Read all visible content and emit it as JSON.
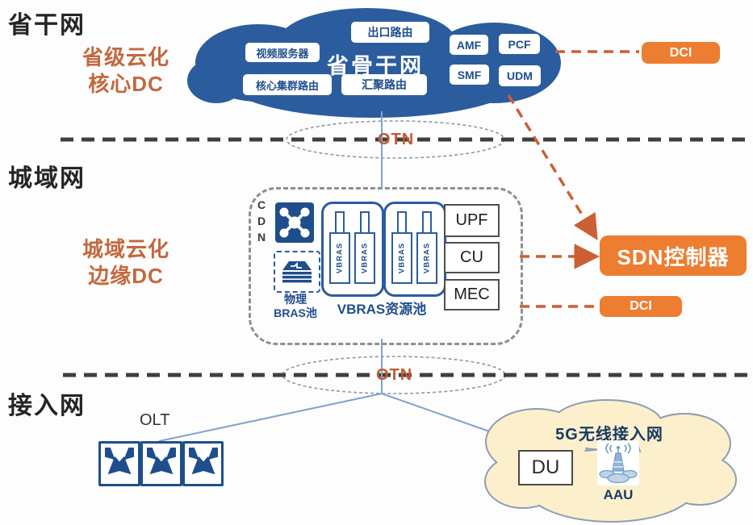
{
  "sections": {
    "provincial": "省干网",
    "metro": "城域网",
    "access": "接入网"
  },
  "provincial": {
    "dc_label": {
      "line1": "省级云化",
      "line2": "核心DC"
    },
    "cloud_title": "省骨干网",
    "nodes": {
      "exit_router": "出口路由",
      "video_server": "视频服务器",
      "core_cluster_router": "核心集群路由",
      "aggregation_router": "汇聚路由",
      "amf": "AMF",
      "pcf": "PCF",
      "smf": "SMF",
      "udm": "UDM"
    },
    "dci": "DCI"
  },
  "otn": {
    "top": "OTN",
    "bottom": "OTN"
  },
  "metro": {
    "dc_label": {
      "line1": "城域云化",
      "line2": "边缘DC"
    },
    "cdn": "CDN",
    "physical_bras": {
      "line1": "物理",
      "line2": "BRAS池"
    },
    "vbras": "VBRAS",
    "vbras_pool": "VBRAS资源池",
    "upf": "UPF",
    "cu": "CU",
    "mec": "MEC",
    "sdn_controller": "SDN控制器",
    "dci": "DCI"
  },
  "access": {
    "olt": "OLT",
    "cloud_title": "5G无线接入网",
    "du": "DU",
    "aau": "AAU"
  },
  "colors": {
    "cloud_blue": "#2B5C9E",
    "navy_text": "#1F4E8C",
    "orange_box": "#ED7D31",
    "orange_label": "#C4683F",
    "orange_dash": "#CC5F33",
    "black_dash": "#3f3f3f",
    "blue_line": "#7FA3CE",
    "access_cloud_fill": "#FBF0CB",
    "access_cloud_stroke": "#8E9DB5"
  }
}
